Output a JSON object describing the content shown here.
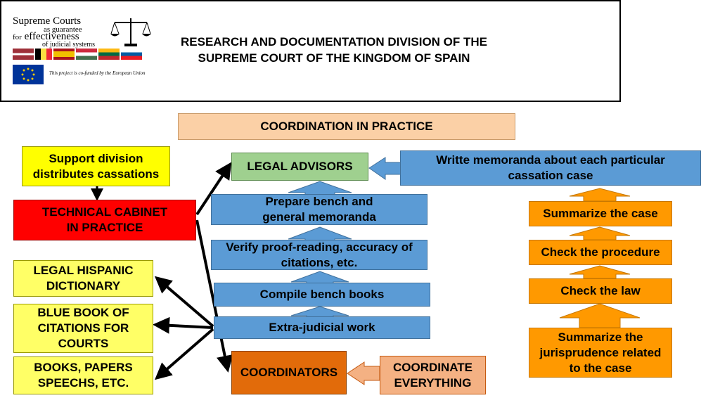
{
  "header": {
    "logo_line1": "Supreme Courts",
    "logo_line2": "as guarantee",
    "logo_line3_prefix": "for",
    "logo_line3_word": "effectiveness",
    "logo_line4": "of judicial systems",
    "eu_caption": "This project is co-funded by the European Union",
    "title": "RESEARCH AND DOCUMENTATION DIVISION OF THE SUPREME COURT OF THE KINGDOM OF SPAIN",
    "icons": [
      "scales-of-justice-icon",
      "eu-flag-icon"
    ]
  },
  "diagram": {
    "heading": "COORDINATION IN PRACTICE",
    "support_division": "Support division distributes cassations",
    "technical_cabinet": "TECHNICAL CABINET IN PRACTICE",
    "resources": [
      "LEGAL HISPANIC DICTIONARY",
      "BLUE BOOK OF CITATIONS FOR COURTS",
      "BOOKS, PAPERS SPEECHS, ETC."
    ],
    "legal_advisors": "LEGAL ADVISORS",
    "memoranda_task": "Writte memoranda about each particular cassation case",
    "advisor_steps": [
      "Prepare bench and general memoranda",
      "Verify proof-reading, accuracy of citations, etc.",
      "Compile bench books",
      "Extra-judicial work"
    ],
    "case_steps": [
      "Summarize the case",
      "Check the procedure",
      "Check the law",
      "Summarize the jurisprudence related to the case"
    ],
    "coordinators": "COORDINATORS",
    "coordinate_everything": "COORDINATE EVERYTHING"
  },
  "colors": {
    "heading_fill": "#fbd0a6",
    "support_fill": "#ffff00",
    "cabinet_fill": "#ff0000",
    "resource_fill": "#ffff66",
    "advisors_fill": "#9fd08f",
    "blue_fill": "#5b9bd5",
    "orange_fill": "#ff9900",
    "coordinators_fill": "#e26b0a",
    "coordinate_fill": "#f4b183"
  }
}
